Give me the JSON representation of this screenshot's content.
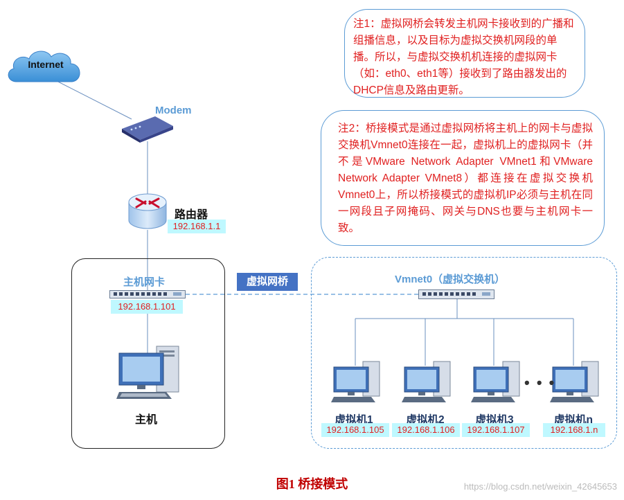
{
  "cloud": {
    "label": "Internet"
  },
  "modem": {
    "label": "Modem"
  },
  "router": {
    "label": "路由器",
    "ip": "192.168.1.1"
  },
  "notes": {
    "note1": "注1：虚拟网桥会转发主机网卡接收到的广播和组播信息，以及目标为虚拟交换机网段的单播。所以，与虚拟交换机机连接的虚拟网卡（如：eth0、eth1等）接收到了路由器发出的DHCP信息及路由更新。",
    "note2": "注2：桥接模式是通过虚拟网桥将主机上的网卡与虚拟交换机Vmnet0连接在一起，虚拟机上的虚拟网卡（并不是VMware Network Adapter VMnet1和VMware Network Adapter VMnet8）都连接在虚拟交换机Vmnet0上，所以桥接模式的虚拟机IP必须与主机在同一网段且子网掩码、网关与DNS也要与主机网卡一致。"
  },
  "host": {
    "nic_label": "主机网卡",
    "nic_ip": "192.168.1.101",
    "label": "主机"
  },
  "bridge": {
    "label": "虚拟网桥"
  },
  "vswitch": {
    "label": "Vmnet0（虚拟交换机）"
  },
  "vms": [
    {
      "label": "虚拟机1",
      "ip": "192.168.1.105"
    },
    {
      "label": "虚拟机2",
      "ip": "192.168.1.106"
    },
    {
      "label": "虚拟机3",
      "ip": "192.168.1.107"
    },
    {
      "label": "虚拟机n",
      "ip": "192.168.1.n"
    }
  ],
  "ellipsis": "• • •",
  "caption": "图1  桥接模式",
  "watermark": "https://blog.csdn.net/weixin_42645653",
  "colors": {
    "accent": "#5b9bd5",
    "note_text": "#e02020",
    "ip_bg": "#bff8ff",
    "bridge_bg": "#4472c4"
  }
}
